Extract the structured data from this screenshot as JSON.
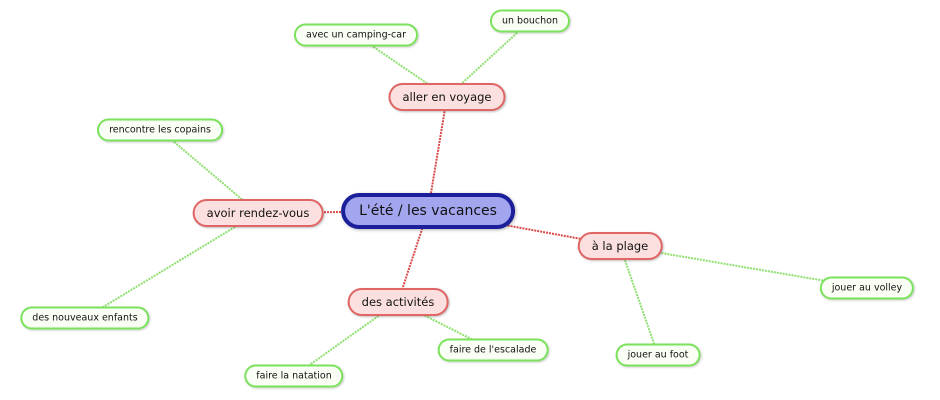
{
  "colors": {
    "root_fill": "#a3a6ef",
    "root_border": "#1c1f9a",
    "main_fill": "#fbe0df",
    "main_border": "#e06666",
    "leaf_border": "#7be35b",
    "main_edge": "#d94a4a",
    "leaf_edge": "#8fe070"
  },
  "root": {
    "label": "L'été / les vacances"
  },
  "branches": {
    "voyage": {
      "label": "aller en voyage",
      "children": [
        "avec un camping-car",
        "un bouchon"
      ]
    },
    "rdv": {
      "label": "avoir rendez-vous",
      "children": [
        "rencontre les copains",
        "des nouveaux enfants"
      ]
    },
    "plage": {
      "label": "à la plage",
      "children": [
        "jouer au volley",
        "jouer au foot"
      ]
    },
    "activites": {
      "label": "des activités",
      "children": [
        "faire la natation",
        "faire de l'escalade"
      ]
    }
  }
}
